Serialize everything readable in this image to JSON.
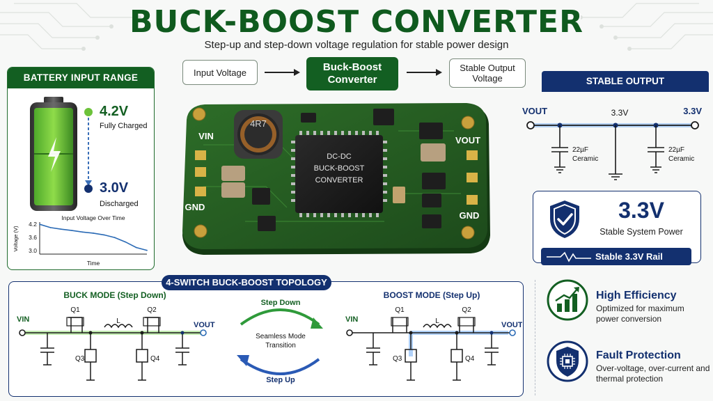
{
  "header": {
    "title": "BUCK-BOOST CONVERTER",
    "subtitle": "Step-up and step-down voltage regulation for stable power design"
  },
  "flow": {
    "input": "Input Voltage",
    "converter": "Buck-Boost Converter",
    "output": "Stable Output Voltage"
  },
  "battery": {
    "heading": "BATTERY INPUT RANGE",
    "full_value": "4.2V",
    "full_label": "Fully Charged",
    "low_value": "3.0V",
    "low_label": "Discharged",
    "chart_title": "Input Voltage Over Time",
    "chart_ylabel": "Voltage (V)",
    "chart_xlabel": "Time",
    "chart_ticks": [
      "4.2",
      "3.6",
      "3.0"
    ]
  },
  "chart_data": {
    "type": "line",
    "title": "Input Voltage Over Time",
    "xlabel": "Time",
    "ylabel": "Voltage (V)",
    "y_ticks": [
      4.2,
      3.6,
      3.0
    ],
    "ylim": [
      2.85,
      4.3
    ],
    "x": [
      0,
      1,
      2,
      3,
      4,
      5,
      6,
      7,
      8,
      9,
      10
    ],
    "series": [
      {
        "values": [
          4.2,
          4.05,
          3.98,
          3.92,
          3.85,
          3.8,
          3.72,
          3.6,
          3.4,
          3.15,
          3.02
        ],
        "color": "#2a6ab5"
      }
    ]
  },
  "pcb": {
    "inductor": "4R7",
    "chip_line1": "DC-DC",
    "chip_line2": "BUCK-BOOST",
    "chip_line3": "CONVERTER",
    "vin": "VIN",
    "gnd_left": "GND",
    "vout": "VOUT",
    "gnd_right": "GND"
  },
  "stable_output": {
    "heading": "STABLE OUTPUT",
    "vout_label": "VOUT",
    "rail_value": "3.3V",
    "out_value": "3.3V",
    "cap_value": "22µF",
    "cap_type": "Ceramic",
    "big_value": "3.3V",
    "big_label": "Stable System Power",
    "rail_label": "Stable 3.3V Rail"
  },
  "topology": {
    "heading": "4-SWITCH BUCK-BOOST TOPOLOGY",
    "buck_title": "BUCK MODE (Step Down)",
    "boost_title": "BOOST MODE (Step Up)",
    "vin": "VIN",
    "vout": "VOUT",
    "q1": "Q1",
    "q2": "Q2",
    "q3": "Q3",
    "q4": "Q4",
    "inductor": "L",
    "step_down": "Step Down",
    "step_up": "Step Up",
    "transition": "Seamless Mode Transition"
  },
  "features": [
    {
      "title": "High Efficiency",
      "desc": "Optimized for maximum power conversion",
      "icon": "bar-chart-icon"
    },
    {
      "title": "Fault Protection",
      "desc": "Over-voltage, over-current and thermal protection",
      "icon": "chip-shield-icon"
    }
  ],
  "colors": {
    "brand_green": "#135f22",
    "brand_navy": "#13306f",
    "pcb_green": "#245c22",
    "glow_blue": "#3a8bf0",
    "glow_green": "#7ed957"
  }
}
